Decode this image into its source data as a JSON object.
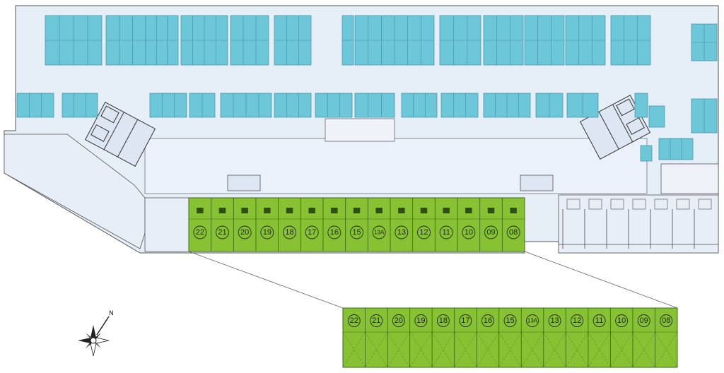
{
  "plan": {
    "colors": {
      "floor": "#e6eef8",
      "outline": "#555555",
      "parking": "#6cc8d9",
      "parking_edge": "#3d8ea0",
      "unit_green": "#86c232",
      "unit_green_edge": "#3d6a1a",
      "walls": "#4a4a4a"
    },
    "units_main": [
      "22",
      "21",
      "20",
      "19",
      "18",
      "17",
      "16",
      "15",
      "13A",
      "13",
      "12",
      "11",
      "10",
      "09",
      "08"
    ],
    "units_detail": [
      "22",
      "21",
      "20",
      "19",
      "18",
      "17",
      "16",
      "15",
      "13A",
      "13",
      "12",
      "11",
      "10",
      "09",
      "08"
    ],
    "compass": {
      "icon": "north-arrow-compass-icon",
      "label": "N"
    }
  }
}
